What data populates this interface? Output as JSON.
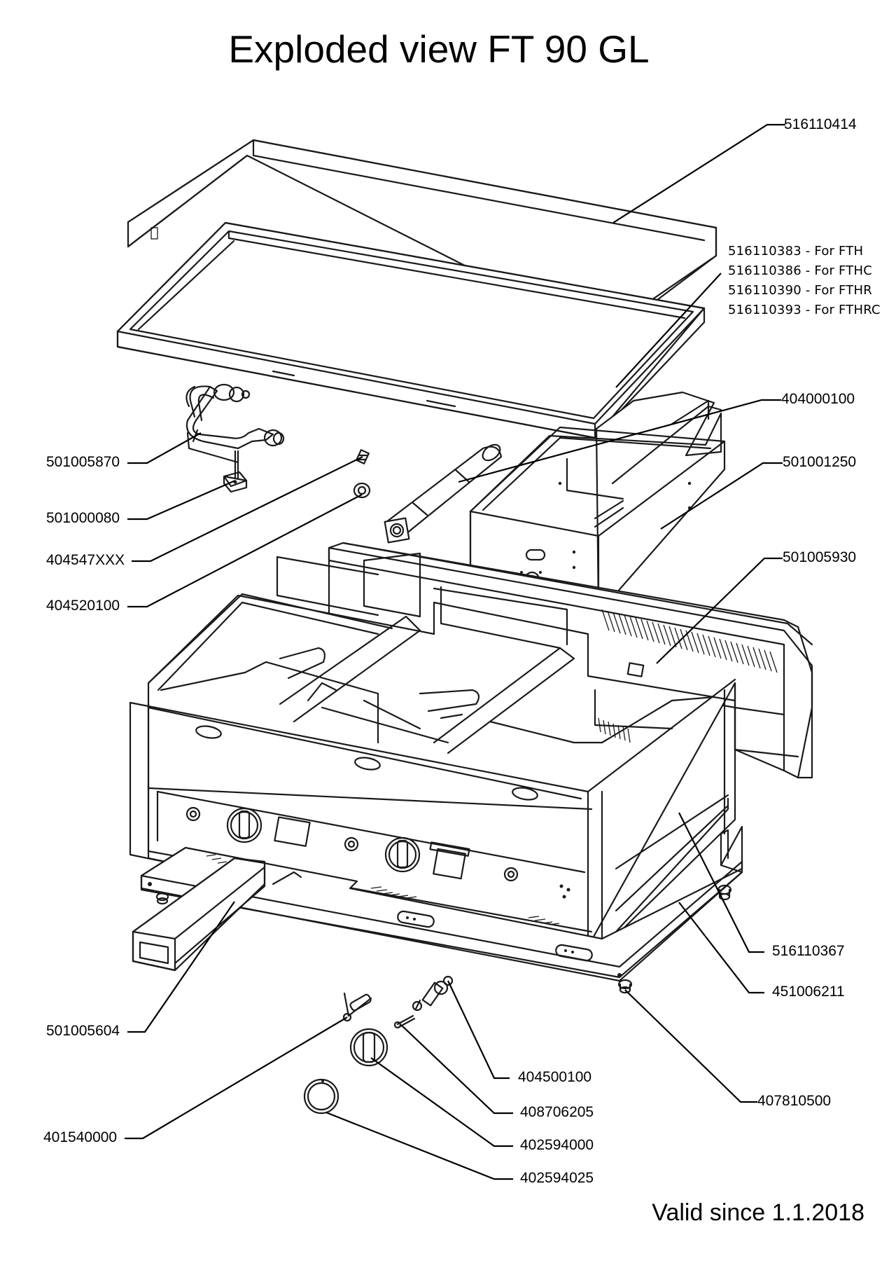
{
  "title": "Exploded view FT 90 GL",
  "footer": "Valid since 1.1.2018",
  "labels": {
    "plate_frame": "516110414",
    "plate_fth": "516110383 - For FTH",
    "plate_fthc": "516110386 - For FTHC",
    "plate_fthr": "516110390 - For FTHR",
    "plate_fthrc": "516110393 - For FTHRC",
    "burner_tube": "404000100",
    "burner_housing": "501001250",
    "rear_panel": "501005930",
    "gas_pipe": "501005870",
    "thermocouple_bracket": "501000080",
    "injector": "404547XXX",
    "nut": "404520100",
    "side_panel": "516110367",
    "base_plate": "451006211",
    "front_drawer": "501005604",
    "foot": "407810500",
    "gas_valve": "404500100",
    "valve_spindle": "408706205",
    "knob": "402594000",
    "knob_ring": "402594025",
    "ignition_plug": "401540000"
  }
}
